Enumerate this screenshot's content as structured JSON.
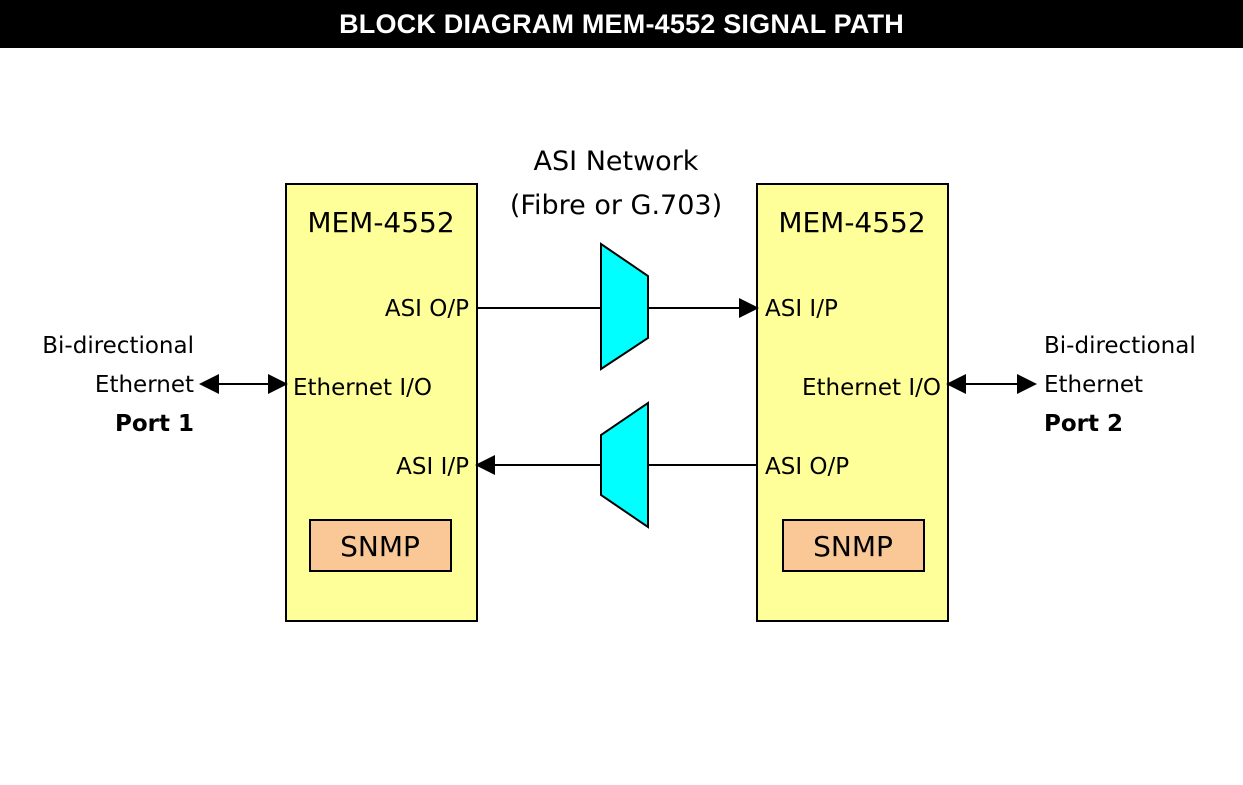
{
  "title": "BLOCK DIAGRAM MEM-4552 SIGNAL PATH",
  "network": {
    "line1": "ASI Network",
    "line2": "(Fibre or G.703)"
  },
  "left_unit": {
    "name": "MEM-4552",
    "asi_out": "ASI O/P",
    "ethernet": "Ethernet I/O",
    "asi_in": "ASI I/P",
    "snmp": "SNMP"
  },
  "right_unit": {
    "name": "MEM-4552",
    "asi_in": "ASI I/P",
    "ethernet": "Ethernet I/O",
    "asi_out": "ASI O/P",
    "snmp": "SNMP"
  },
  "port_left": {
    "line1": "Bi-directional",
    "line2": "Ethernet",
    "port": "Port 1"
  },
  "port_right": {
    "line1": "Bi-directional",
    "line2": "Ethernet",
    "port": "Port 2"
  },
  "colors": {
    "unit_fill": "#ffff99",
    "snmp_fill": "#fac896",
    "converter_fill": "#00ffff",
    "title_bg": "#000000"
  }
}
